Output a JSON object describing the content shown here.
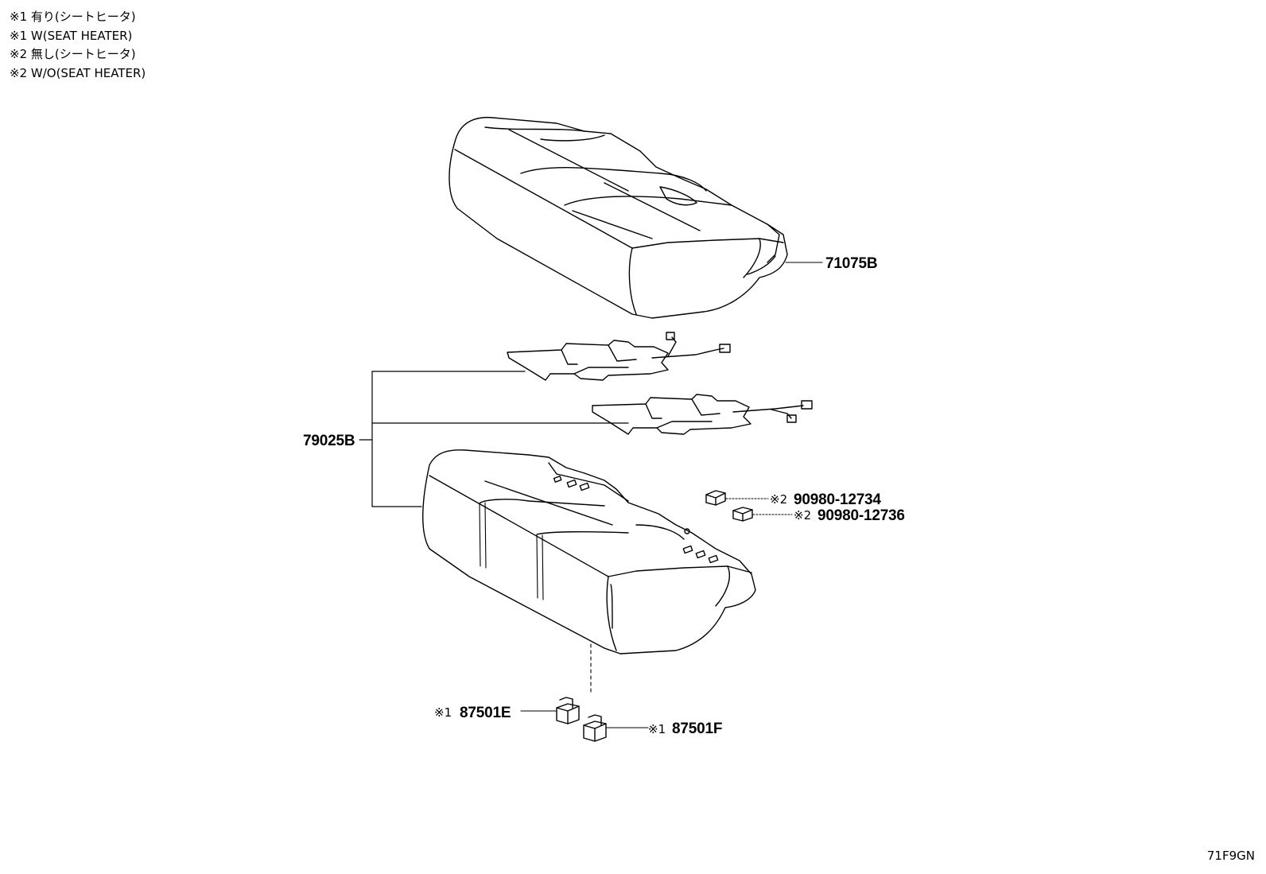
{
  "legend": [
    "※1 有り(シートヒータ)",
    "※1 W(SEAT HEATER)",
    "※2 無し(シートヒータ)",
    "※2 W/O(SEAT HEATER)"
  ],
  "parts": {
    "cover": "71075B",
    "heater": "79025B",
    "wire_1": "90980-12734",
    "wire_2": "90980-12736",
    "clip_e": "87501E",
    "clip_f": "87501F"
  },
  "marks": {
    "w_heater": "※1",
    "wo_heater": "※2"
  },
  "diagram_id": "71F9GN"
}
